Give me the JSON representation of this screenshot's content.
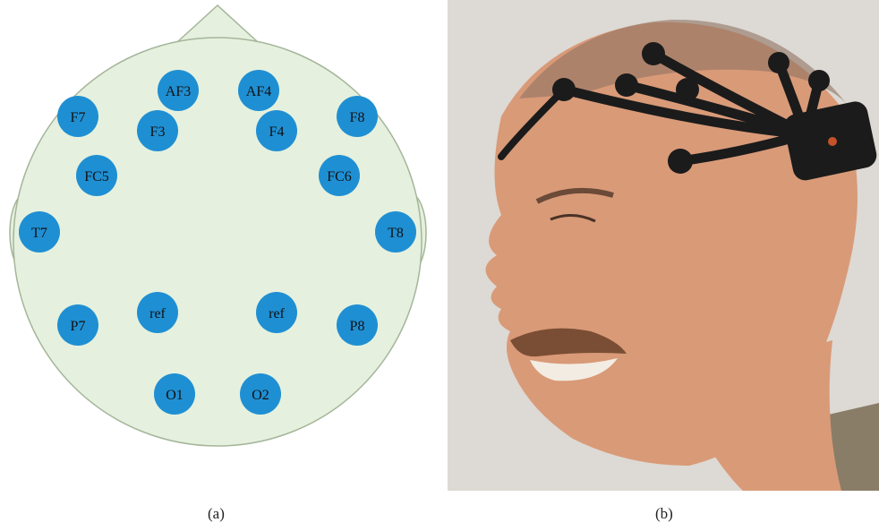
{
  "colors": {
    "head_fill": "#e5f1de",
    "head_stroke": "#a5b59a",
    "electrode_fill": "#1f8fd3",
    "label_color": "#111111",
    "photo_bg": "#ddd9d4",
    "skin": "#d99a78",
    "headset": "#1b1b1b"
  },
  "electrodes": [
    {
      "label": "AF3"
    },
    {
      "label": "AF4"
    },
    {
      "label": "F7"
    },
    {
      "label": "F8"
    },
    {
      "label": "F3"
    },
    {
      "label": "F4"
    },
    {
      "label": "FC5"
    },
    {
      "label": "FC6"
    },
    {
      "label": "T7"
    },
    {
      "label": "T8"
    },
    {
      "label": "ref"
    },
    {
      "label": "ref"
    },
    {
      "label": "P7"
    },
    {
      "label": "P8"
    },
    {
      "label": "O1"
    },
    {
      "label": "O2"
    }
  ],
  "captions": {
    "a": "(a)",
    "b": "(b)"
  },
  "photo": {
    "subject": "man-wearing-eeg-headset"
  }
}
